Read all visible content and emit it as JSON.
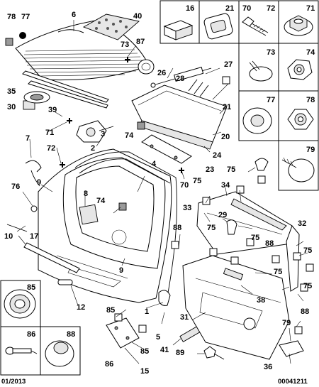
{
  "callouts": [
    "1",
    "2",
    "3",
    "4",
    "5",
    "6",
    "7",
    "8",
    "9",
    "10",
    "12",
    "15",
    "16",
    "17",
    "20",
    "21",
    "23",
    "24",
    "26",
    "27",
    "28",
    "29",
    "30",
    "31",
    "32",
    "33",
    "34",
    "35",
    "36",
    "38",
    "39",
    "40",
    "41",
    "70",
    "71",
    "72",
    "73",
    "74",
    "75",
    "76",
    "77",
    "78",
    "79",
    "85",
    "86",
    "87",
    "88",
    "89"
  ],
  "date_code": "01/2013",
  "page_code": "00041211"
}
